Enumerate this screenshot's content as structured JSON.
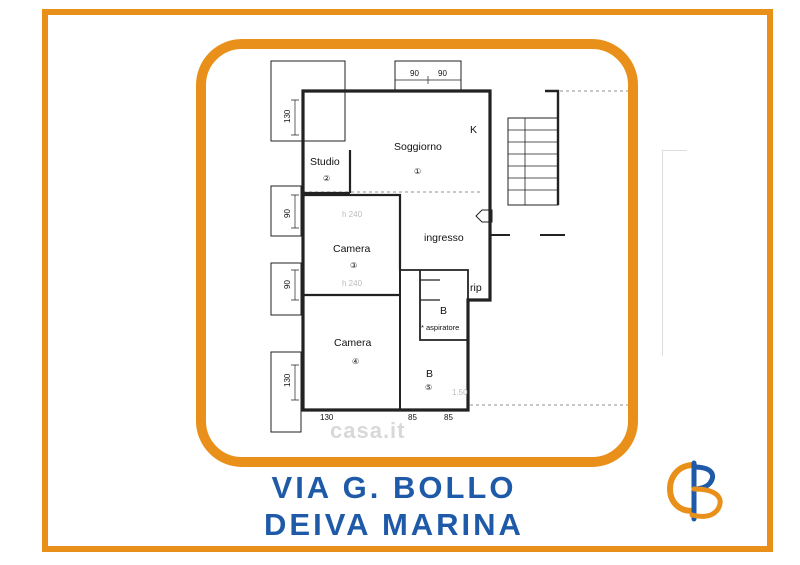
{
  "plan": {
    "rooms": [
      {
        "name": "Soggiorno",
        "number": "①"
      },
      {
        "name": "Studio",
        "number": "②"
      },
      {
        "name": "Camera",
        "number": "③"
      },
      {
        "name": "Camera",
        "number": "④"
      },
      {
        "name": "B",
        "number": "⑤"
      },
      {
        "name": "B",
        "number": ""
      },
      {
        "name": "ingresso",
        "number": ""
      },
      {
        "name": "rip",
        "number": ""
      },
      {
        "name": "K",
        "number": ""
      }
    ],
    "aspiratore": "* aspiratore",
    "dims": {
      "top_left": "90",
      "top_right": "90",
      "left_1": "130",
      "left_2": "90",
      "left_3": "90",
      "left_4": "130",
      "bottom_1": "130",
      "bottom_2": "85",
      "bottom_3": "85"
    },
    "faint": {
      "h1": "h 240",
      "h2": "h 240",
      "h3": "1.50"
    }
  },
  "watermark": "casa.it",
  "title": {
    "line1": "VIA G. BOLLO",
    "line2": "DEIVA MARINA"
  },
  "colors": {
    "frame": "#e8901a",
    "title": "#1f5aa8",
    "logo_orange": "#e8901a",
    "logo_blue": "#1f5aa8"
  }
}
